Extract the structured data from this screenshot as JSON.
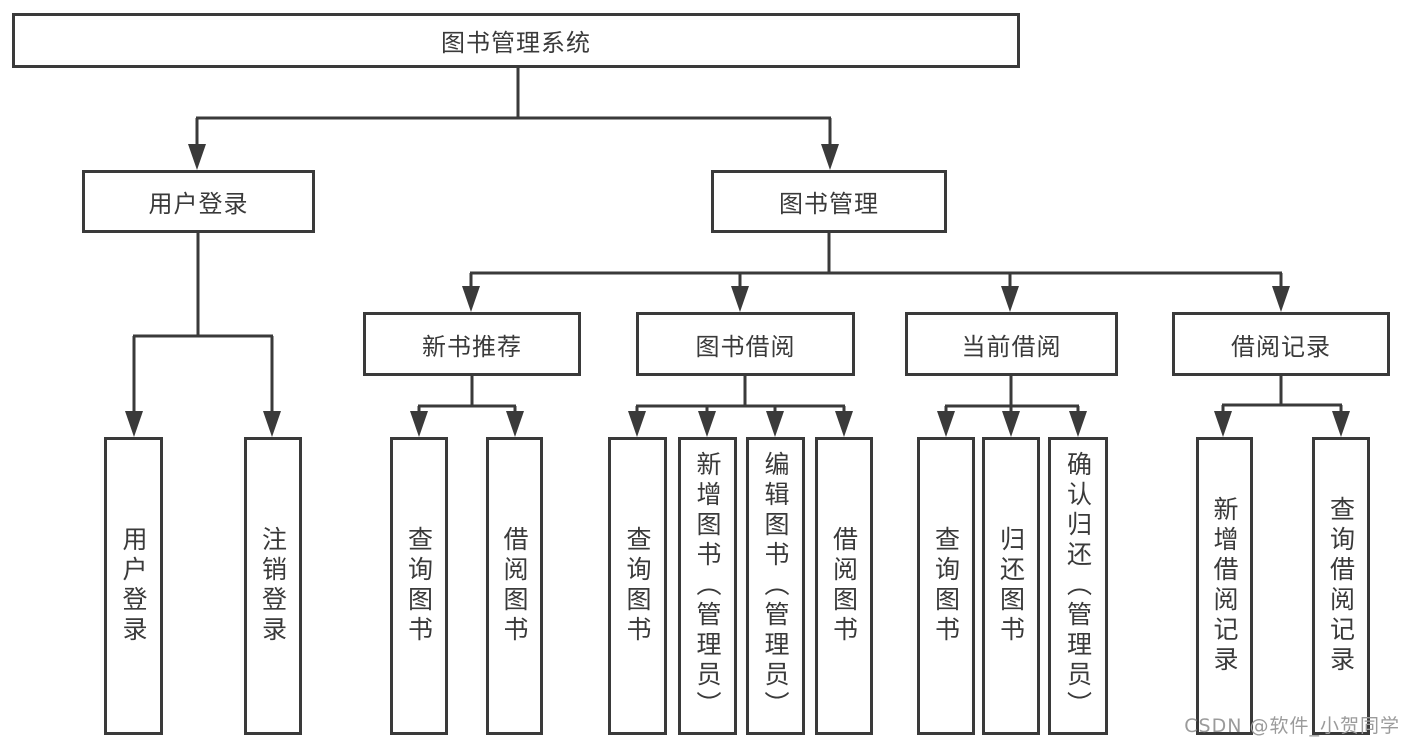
{
  "diagram": {
    "root_label": "图书管理系统",
    "level2": {
      "user_login": "用户登录",
      "book_mgmt": "图书管理"
    },
    "level3": {
      "new_books": "新书推荐",
      "book_borrow": "图书借阅",
      "current_borrow": "当前借阅",
      "borrow_records": "借阅记录"
    },
    "leaves": {
      "user_login": [
        "用户登录",
        "注销登录"
      ],
      "new_books": [
        "查询图书",
        "借阅图书"
      ],
      "book_borrow": [
        "查询图书",
        "新增图书（管理员）",
        "编辑图书（管理员）",
        "借阅图书"
      ],
      "current_borrow": [
        "查询图书",
        "归还图书",
        "确认归还（管理员）"
      ],
      "borrow_records": [
        "新增借阅记录",
        "查询借阅记录"
      ]
    }
  },
  "watermark": {
    "text": "CSDN @软件_小贺同学"
  },
  "colors": {
    "line": "#3a3a3a",
    "text": "#3a3a3a",
    "watermark": "#9b9b9b",
    "background": "#ffffff"
  }
}
